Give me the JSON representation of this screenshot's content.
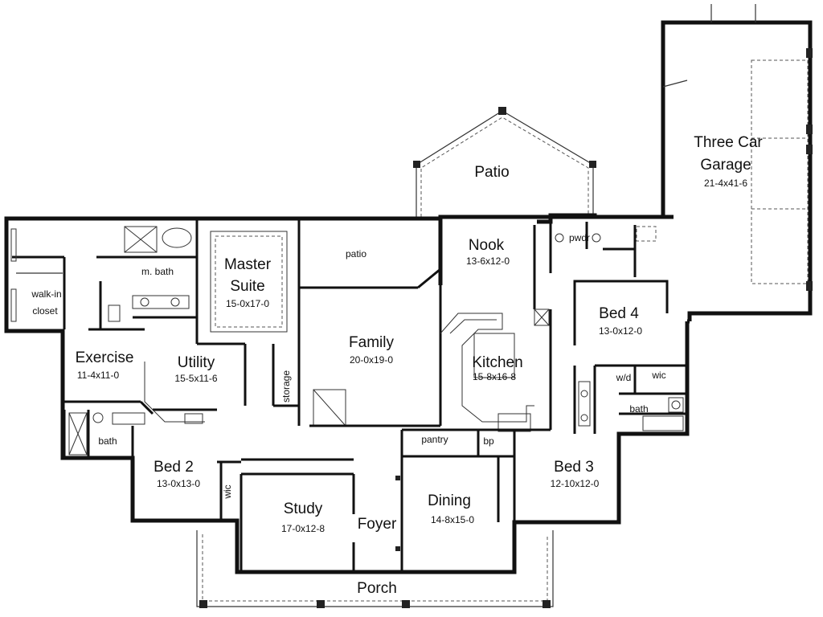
{
  "rooms": {
    "garage": {
      "name_line1": "Three Car",
      "name_line2": "Garage",
      "dims": "21-4x41-6"
    },
    "patio_upper": {
      "name": "Patio"
    },
    "patio_lower": {
      "name": "patio"
    },
    "nook": {
      "name": "Nook",
      "dims": "13-6x12-0"
    },
    "pwdr": {
      "name": "pwdr"
    },
    "master_suite": {
      "name_line1": "Master",
      "name_line2": "Suite",
      "dims": "15-0x17-0"
    },
    "m_bath": {
      "name": "m. bath"
    },
    "walk_in_closet": {
      "name_line1": "walk-in",
      "name_line2": "closet"
    },
    "family": {
      "name": "Family",
      "dims": "20-0x19-0"
    },
    "kitchen": {
      "name": "Kitchen",
      "dims": "15-8x16-8"
    },
    "bed4": {
      "name": "Bed 4",
      "dims": "13-0x12-0"
    },
    "wd": {
      "name": "w/d"
    },
    "wic_bed4": {
      "name": "wic"
    },
    "bath_bed4": {
      "name": "bath"
    },
    "exercise": {
      "name": "Exercise",
      "dims": "11-4x11-0"
    },
    "utility": {
      "name": "Utility",
      "dims": "15-5x11-6"
    },
    "storage": {
      "name": "storage"
    },
    "pantry": {
      "name": "pantry"
    },
    "bp": {
      "name": "bp"
    },
    "bath_bed2": {
      "name": "bath"
    },
    "bed2": {
      "name": "Bed 2",
      "dims": "13-0x13-0"
    },
    "wic_bed2": {
      "name": "wic"
    },
    "study": {
      "name": "Study",
      "dims": "17-0x12-8"
    },
    "foyer": {
      "name": "Foyer"
    },
    "dining": {
      "name": "Dining",
      "dims": "14-8x15-0"
    },
    "bed3": {
      "name": "Bed 3",
      "dims": "12-10x12-0"
    },
    "porch": {
      "name": "Porch"
    }
  }
}
